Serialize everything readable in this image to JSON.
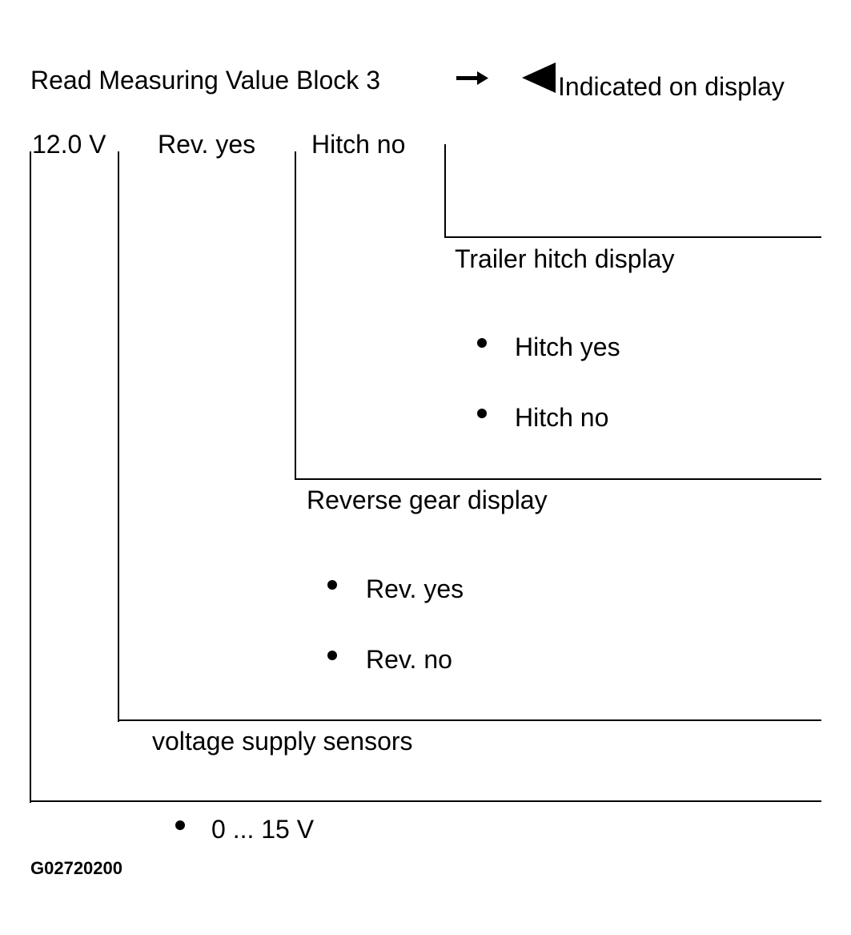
{
  "header": {
    "title": "Read Measuring Value Block 3",
    "indicated_label": "Indicated on display"
  },
  "display_fields": {
    "voltage": "12.0 V",
    "reverse": "Rev. yes",
    "hitch": "Hitch no"
  },
  "sections": {
    "trailer_hitch": {
      "label": "Trailer hitch display",
      "options": [
        "Hitch yes",
        "Hitch no"
      ]
    },
    "reverse_gear": {
      "label": "Reverse gear display",
      "options": [
        "Rev. yes",
        "Rev. no"
      ]
    },
    "voltage_supply": {
      "label": "voltage supply sensors"
    },
    "voltage_range": {
      "options": [
        "0 ... 15 V"
      ]
    }
  },
  "figure_id": "G02720200",
  "icons": {
    "arrow": "arrow-right-icon",
    "pointer": "triangle-left-icon"
  }
}
